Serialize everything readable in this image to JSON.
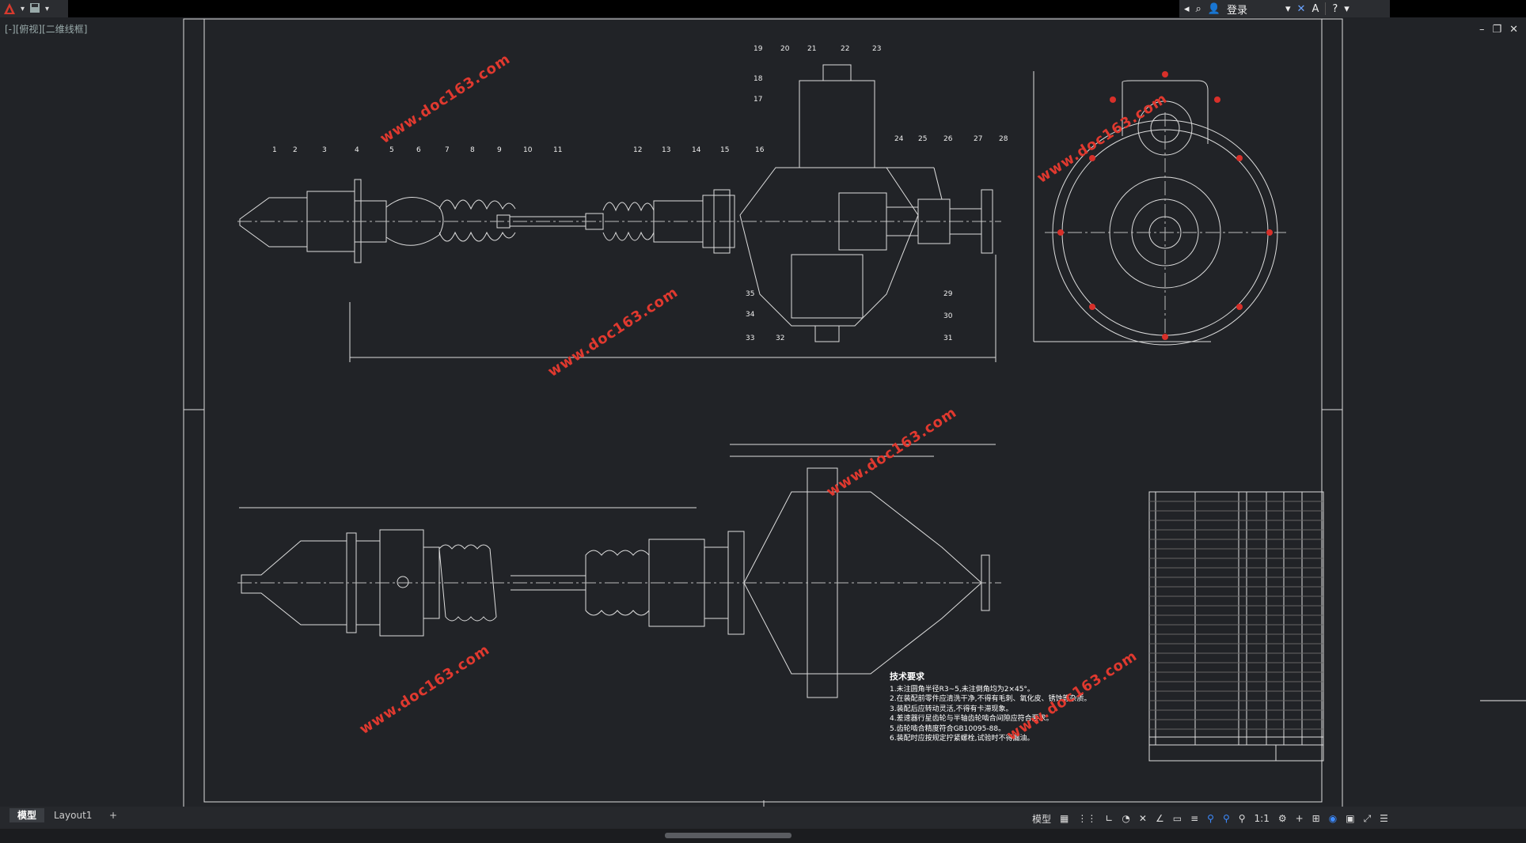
{
  "app": {
    "quick_access_icons": [
      "autocad-logo",
      "save-icon"
    ],
    "login_label": "登录",
    "viewport_label": "[-][俯视][二维线框]"
  },
  "tabs": [
    {
      "label": "模型"
    },
    {
      "label": "Layout1"
    },
    {
      "label": "+"
    }
  ],
  "status": {
    "model_label": "模型",
    "scale_label": "1:1"
  },
  "drawing": {
    "watermark": "www.doc163.com",
    "tech_title": "技术要求",
    "tech_notes": [
      "1.未注圆角半径R3~5,未注倒角均为2×45°。",
      "2.在装配前零件应清洗干净,不得有毛刺、氧化皮、锈蚀等杂质。",
      "3.装配后应转动灵活,不得有卡滞现象。",
      "4.差速器行星齿轮与半轴齿轮啮合间隙应符合要求。",
      "5.齿轮啮合精度符合GB10095-88。",
      "6.装配时应按规定拧紧螺栓,试验时不得漏油。"
    ],
    "callouts_top": [
      "1",
      "2",
      "3",
      "4",
      "5",
      "6",
      "7",
      "8",
      "9",
      "10",
      "11",
      "12",
      "13",
      "14",
      "15",
      "16"
    ],
    "callouts_diff": [
      "19",
      "20",
      "21",
      "22",
      "23",
      "18",
      "17",
      "24",
      "25",
      "26",
      "27",
      "28"
    ],
    "callouts_bottom": [
      "35",
      "34",
      "33",
      "32",
      "29",
      "30",
      "31"
    ]
  }
}
